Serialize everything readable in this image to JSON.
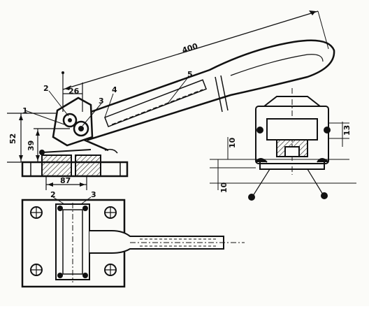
{
  "drawing": {
    "dimensions": {
      "length": "400",
      "pivot_offset": "26",
      "height_total": "52",
      "height_lower": "39",
      "base_width": "87",
      "side_top": "10",
      "side_right": "13",
      "side_bottom": "10"
    },
    "part_numbers": {
      "p1": "1",
      "p2": "2",
      "p3": "3",
      "p4": "4",
      "p5": "5",
      "p2_plan": "2",
      "p3_plan": "3"
    },
    "colors": {
      "ink": "#111111",
      "paper": "#fbfbf8",
      "hatch": "#222222"
    }
  }
}
